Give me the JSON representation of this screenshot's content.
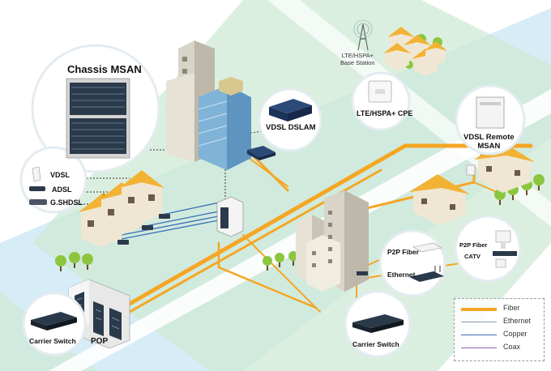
{
  "diagram": {
    "labels": {
      "chassis_msan": "Chassis MSAN",
      "vdsl_dslam": "VDSL DSLAM",
      "lte_station": "LTE/HSPA+\nBase Station",
      "lte_cpe": "LTE/HSPA+ CPE",
      "vdsl_remote_msan": "VDSL Remote\nMSAN",
      "vdsl": "VDSL",
      "adsl": "ADSL",
      "gshdsl": "G.SHDSL",
      "p2p_fiber_1": "P2P Fiber",
      "ethernet_device": "Ethernet",
      "p2p_fiber_2": "P2P Fiber",
      "catv": "CATV",
      "carrier_switch_1": "Carrier Switch",
      "carrier_switch_2": "Carrier Switch",
      "pop": "POP"
    },
    "legend": [
      {
        "label": "Fiber",
        "color": "#f5a623"
      },
      {
        "label": "Ethernet",
        "color": "#8a9aa8"
      },
      {
        "label": "Copper",
        "color": "#3a6fb7"
      },
      {
        "label": "Coax",
        "color": "#8b6bb8"
      }
    ],
    "colors": {
      "fiber": "#f5a623",
      "road": "#ffffff",
      "grass": "#cfe9d6",
      "water": "#d6ecf7",
      "roof": "#f2b233",
      "building": "#d8d4c8",
      "glass": "#7fb3d8",
      "device": "#2b3a4a"
    }
  }
}
